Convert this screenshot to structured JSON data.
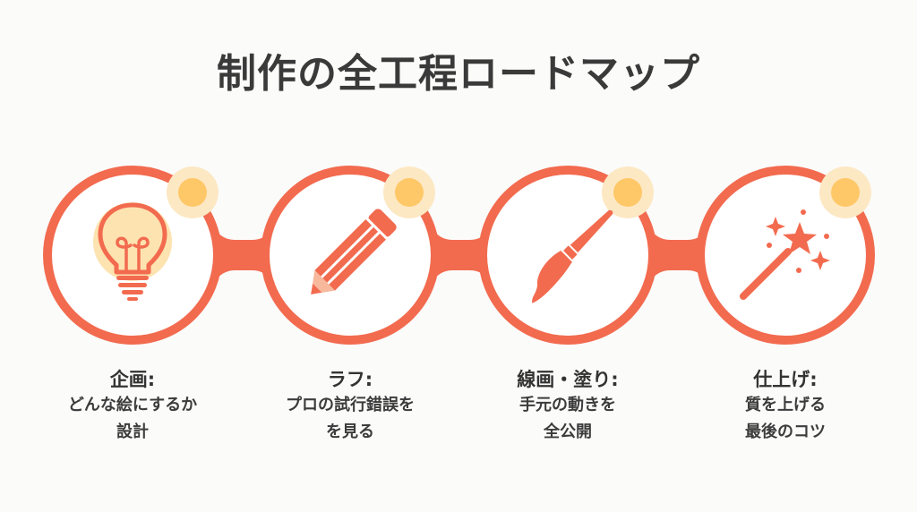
{
  "title": "制作の全工程ロードマップ",
  "colors": {
    "ring": "#f26b4f",
    "node": "#fec868",
    "node_halo": "#fde8c4",
    "bulb_glow": "#fde3b0",
    "text": "#333333",
    "background": "#fbfbfa"
  },
  "steps": [
    {
      "icon": "lightbulb-icon",
      "heading": "企画:",
      "desc_line1": "どんな絵にするか",
      "desc_line2": "設計"
    },
    {
      "icon": "pencil-icon",
      "heading": "ラフ:",
      "desc_line1": "プロの試行錯誤を",
      "desc_line2": "を見る"
    },
    {
      "icon": "paintbrush-icon",
      "heading": "線画・塗り:",
      "desc_line1": "手元の動きを",
      "desc_line2": "全公開"
    },
    {
      "icon": "magic-wand-icon",
      "heading": "仕上げ:",
      "desc_line1": "質を上げる",
      "desc_line2": "最後のコツ"
    }
  ]
}
